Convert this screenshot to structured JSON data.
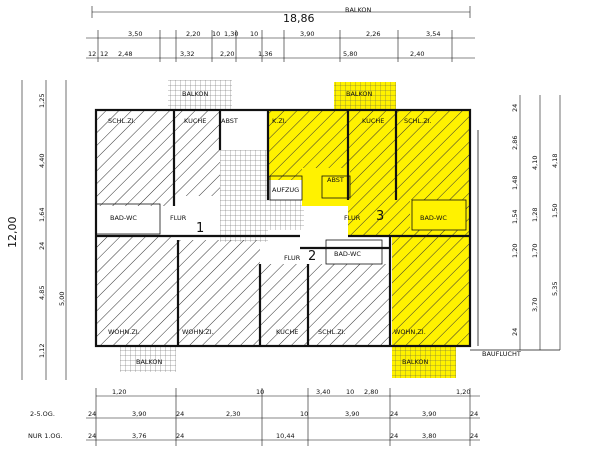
{
  "colors": {
    "highlight": "#fff200",
    "ink": "#111111",
    "paper": "#ffffff"
  },
  "dimensions": {
    "overall_width": "18,86",
    "overall_depth": "12,00",
    "top_row1": [
      "3,50",
      "2,20",
      "10",
      "1,30",
      "10",
      "3,90",
      "2,26",
      "3,54"
    ],
    "top_row2": [
      "12",
      "12",
      "2,48",
      "3,32",
      "2,20",
      "1,36",
      "5,80",
      "2,40"
    ],
    "bottom_row1": [
      "1,20",
      "10",
      "3,40",
      "10",
      "2,80",
      "1,20"
    ],
    "bottom_row2": [
      "24",
      "3,90",
      "24",
      "2,30",
      "10",
      "3,90",
      "24",
      "3,90",
      "24"
    ],
    "bottom_row3": [
      "24",
      "3,76",
      "24",
      "10,44",
      "24",
      "3,80",
      "24"
    ],
    "left_vertical": [
      "1,25",
      "4,40",
      "1,64",
      "24",
      "4,85",
      "5,00",
      "1,12"
    ],
    "right_vertical": [
      "24",
      "2,86",
      "1,48",
      "4,10",
      "1,28",
      "1,54",
      "1,50",
      "1,70",
      "1,20",
      "5,35",
      "3,70",
      "4,18",
      "24"
    ],
    "row_label_1": "2-5.OG.",
    "row_label_2": "NUR 1.OG."
  },
  "rooms": {
    "balkon_top_left": "BALKON",
    "balkon_top_right": "BALKON",
    "balkon_top_dim": "BALKON",
    "schlzi_left": "SCHL.ZI.",
    "kuche_left": "KUCHE",
    "abst_left": "ABST",
    "kzi": "K.ZI.",
    "kuche_right": "KUCHE",
    "schlzi_right": "SCHL.ZI.",
    "aufzug": "AUFZUG",
    "abst_center": "ABST",
    "badwc_left": "BAD-WC",
    "flur_1": "FLUR",
    "unit_1": "1",
    "flur_3": "FLUR",
    "unit_3": "3",
    "badwc_right": "BAD-WC",
    "flur_2": "FLUR",
    "unit_2": "2",
    "badwc_center": "BAD-WC",
    "wohnzi_left": "WOHN.ZI.",
    "wohnzi_center": "WOHN.ZI.",
    "kuche_bottom": "KUCHE",
    "schlzi_bottom": "SCHL.ZI.",
    "wohnzi_right": "WOHN.ZI.",
    "balkon_bottom_left": "BALKON",
    "balkon_bottom_right": "BALKON",
    "baufluchtlinie": "BAUFLUCHT"
  }
}
